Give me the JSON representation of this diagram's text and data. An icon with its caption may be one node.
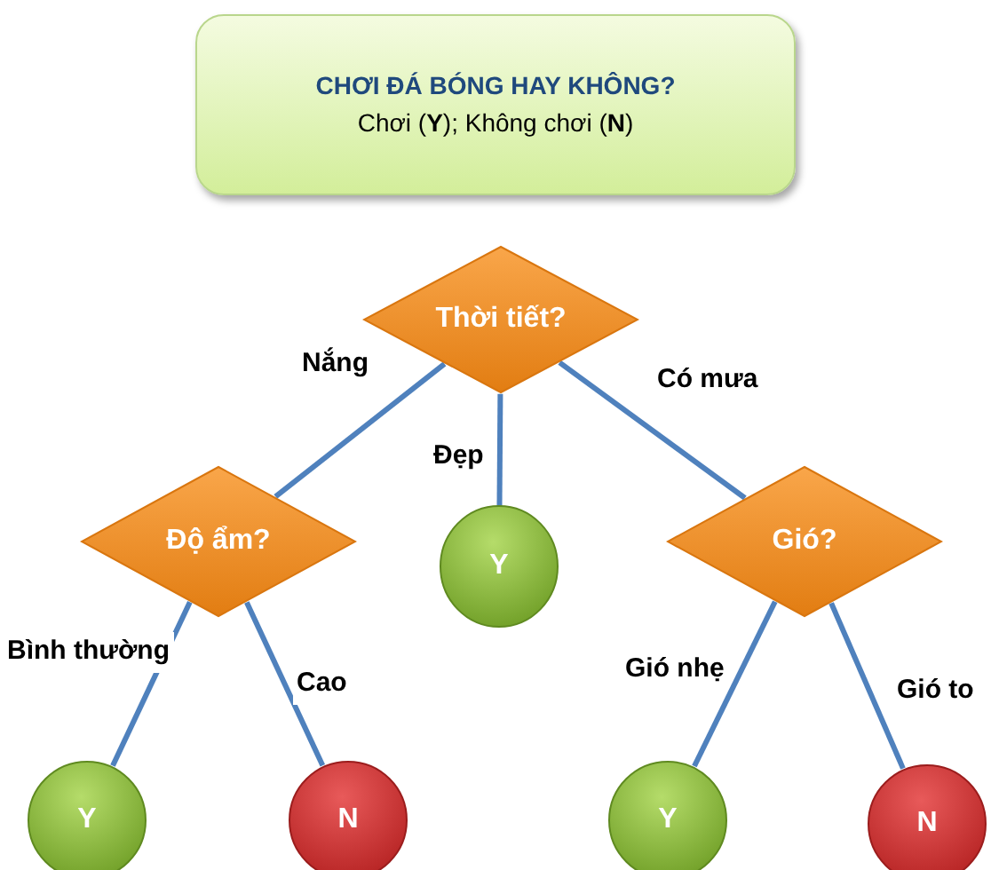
{
  "diagram": {
    "nodes": [
      {
        "text": [
          "CHƠI ĐÁ BÓNG HAY KHÔNG?",
          "Chơi (**Y**); Không chơi (**N**)"
        ]
      },
      {
        "text": [
          "Thời tiết?"
        ]
      },
      {
        "text": [
          "Độ ẩm?"
        ]
      },
      {
        "text": [
          "Y"
        ]
      },
      {
        "text": [
          "Gió?"
        ]
      },
      {
        "text": [
          "Y"
        ]
      },
      {
        "text": [
          "N"
        ]
      },
      {
        "text": [
          "Y"
        ]
      },
      {
        "text": [
          "N"
        ]
      }
    ],
    "edges": [
      {
        "from": 1,
        "to": 2,
        "arrow": "none",
        "label": "Nắng"
      },
      {
        "from": 1,
        "to": 3,
        "arrow": "none",
        "label": "Đẹp"
      },
      {
        "from": 1,
        "to": 4,
        "arrow": "none",
        "label": "Có mưa"
      },
      {
        "from": 2,
        "to": 5,
        "arrow": "none",
        "label": "Bình thường"
      },
      {
        "from": 2,
        "to": 6,
        "arrow": "none",
        "label": "Cao"
      },
      {
        "from": 4,
        "to": 7,
        "arrow": "none",
        "label": "Gió nhẹ"
      },
      {
        "from": 4,
        "to": 8,
        "arrow": "none",
        "label": "Gió to"
      }
    ]
  }
}
